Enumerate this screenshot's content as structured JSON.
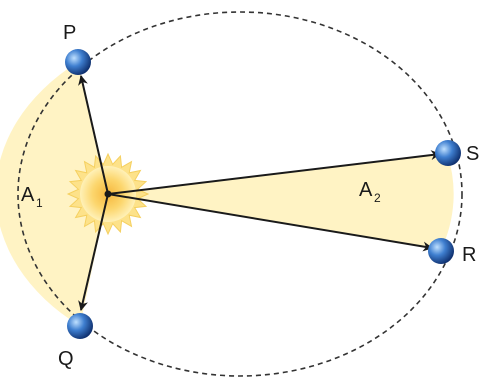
{
  "labels": {
    "p": "P",
    "q": "Q",
    "r": "R",
    "s": "S",
    "area_1": "A",
    "area_1_sub": "1",
    "area_2": "A",
    "area_2_sub": "2"
  },
  "colors": {
    "sector_fill": "#fff3c4",
    "sun_outer": "#fde28a",
    "sun_inner": "#f9c84a",
    "planet": "#2f6fc0",
    "orbit": "#333333",
    "arrow": "#1a1a1a"
  }
}
